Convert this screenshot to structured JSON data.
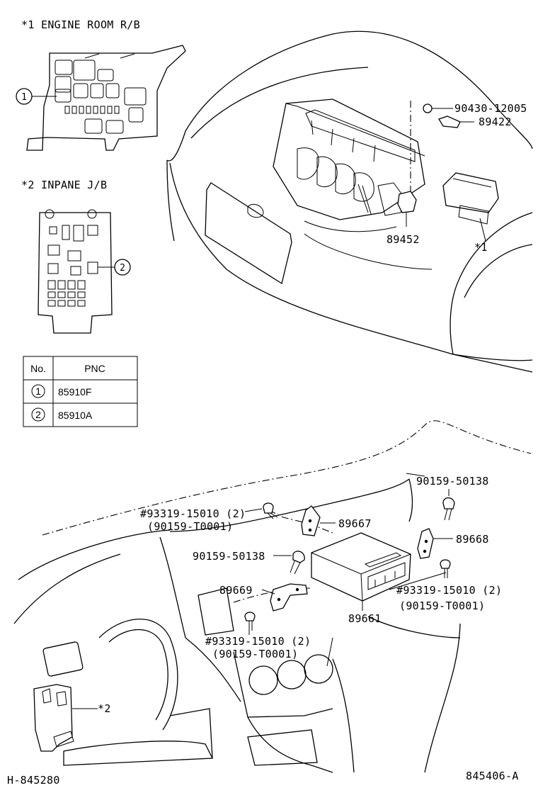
{
  "notes": {
    "engine_room": "*1  ENGINE ROOM R/B",
    "inpane": "*2  INPANE J/B",
    "ref1": "*1",
    "ref2": "*2"
  },
  "callouts": {
    "c1": "1",
    "c2": "2"
  },
  "table": {
    "header_no": "No.",
    "header_pnc": "PNC",
    "rows": [
      {
        "no": "1",
        "pnc": "85910F"
      },
      {
        "no": "2",
        "pnc": "85910A"
      }
    ]
  },
  "parts": {
    "p_90430": "90430-12005",
    "p_89422": "89422",
    "p_89452": "89452",
    "p_90159_top": "90159-50138",
    "p_93319_left": "#93319-15010 (2)",
    "p_90159T_left": "(90159-T0001)",
    "p_89667": "89667",
    "p_89668": "89668",
    "p_90159_mid": "90159-50138",
    "p_89669": "89669",
    "p_93319_right": "#93319-15010 (2)",
    "p_90159T_right": "(90159-T0001)",
    "p_89661": "89661",
    "p_93319_bottom": "#93319-15010 (2)",
    "p_90159T_bottom": "(90159-T0001)"
  },
  "footer": {
    "left_code": "H-845280",
    "right_code": "845406-A"
  }
}
